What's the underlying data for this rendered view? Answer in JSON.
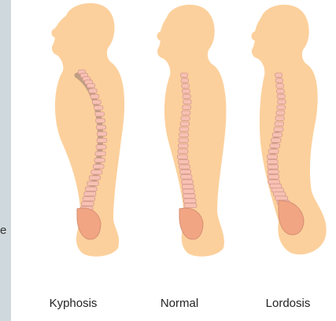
{
  "background_fragment": "e",
  "figures": [
    {
      "id": "kyphosis",
      "label": "Kyphosis"
    },
    {
      "id": "normal",
      "label": "Normal"
    },
    {
      "id": "lordosis",
      "label": "Lordosis"
    }
  ],
  "colors": {
    "skin": "#fcd09c",
    "skin_shadow": "#f5b98a",
    "vertebra": "#f7c1b3",
    "vertebra_edge": "#d3988c",
    "pelvis": "#f1a583",
    "bone_shadow": "#8e7470"
  }
}
